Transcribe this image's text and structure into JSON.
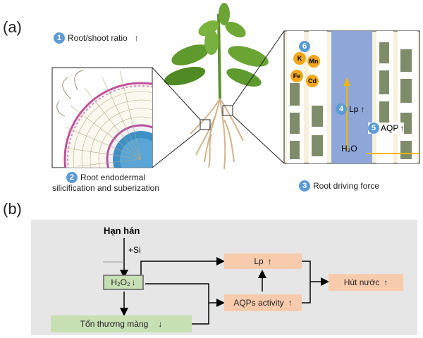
{
  "panel_a": {
    "label": "(a)",
    "captions": {
      "c1": {
        "num": "1",
        "text": "Root/shoot ratio",
        "arrow": "↑"
      },
      "c2": {
        "num": "2",
        "line1": "Root endodermal",
        "line2": "silicification and suberization"
      },
      "c3": {
        "num": "3",
        "text": "Root driving force"
      }
    },
    "right_inset": {
      "num6": "6",
      "ions": [
        "K",
        "Mn",
        "Fe",
        "Cd"
      ],
      "lp": {
        "num": "4",
        "text": "Lp",
        "arrow": "↑"
      },
      "aqp": {
        "num": "5",
        "text": "AQP",
        "arrow": "↑"
      },
      "water": "H₂O"
    },
    "colors": {
      "ion": "#f2a71b",
      "channel": "#8ea6d8",
      "cell": "#7f8c6a",
      "wall": "#f1e8c8",
      "flow": "#f2b705"
    }
  },
  "panel_b": {
    "label": "(b)",
    "drought": "Hạn hán",
    "si": "+Si",
    "h2o2": "H₂O₂",
    "h2o2_arrow": "↓",
    "damage": "Tổn thương màng",
    "damage_arrow": "↓",
    "lp": "Lp",
    "lp_arrow": "↑",
    "aqp": "AQPs activity",
    "aqp_arrow": "↑",
    "uptake": "Hút nước",
    "uptake_arrow": "↑"
  }
}
